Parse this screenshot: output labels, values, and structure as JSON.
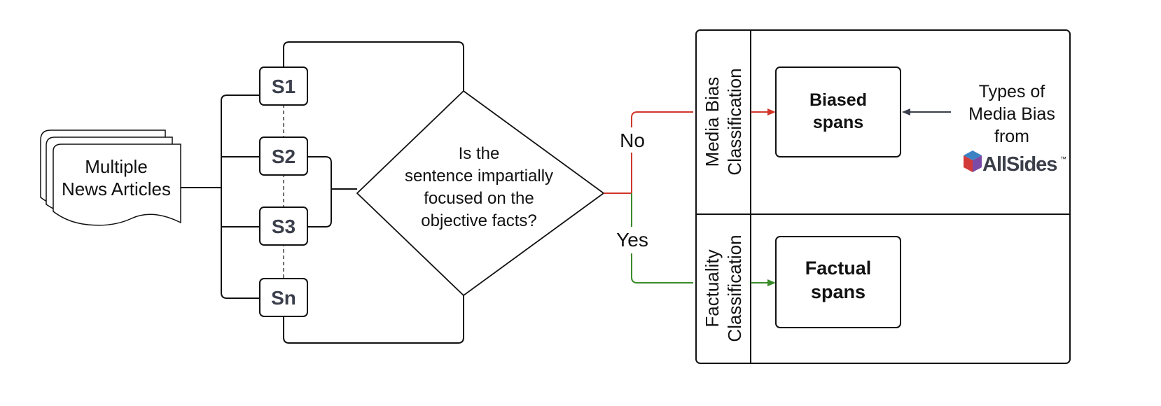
{
  "documents": {
    "label_line1": "Multiple",
    "label_line2": "News Articles"
  },
  "sentences": [
    "S1",
    "S2",
    "S3",
    "Sn"
  ],
  "decision": {
    "line1": "Is the",
    "line2": "sentence impartially",
    "line3": "focused on the",
    "line4": "objective facts?"
  },
  "branches": {
    "no_label": "No",
    "yes_label": "Yes",
    "no_color": "#d1372a",
    "yes_color": "#3a8c2a"
  },
  "panels": {
    "media_bias": {
      "heading_line1": "Media Bias",
      "heading_line2": "Classification",
      "output_line1": "Biased",
      "output_line2": "spans"
    },
    "factuality": {
      "heading_line1": "Factuality",
      "heading_line2": "Classification",
      "output_line1": "Factual",
      "output_line2": "spans"
    }
  },
  "source": {
    "line1": "Types of",
    "line2": "Media Bias",
    "line3": "from",
    "brand": "AllSides",
    "trademark": "™",
    "arrow_color": "#3a3f4b"
  },
  "colors": {
    "stroke": "#111111",
    "node_text": "#3a3f4b"
  }
}
